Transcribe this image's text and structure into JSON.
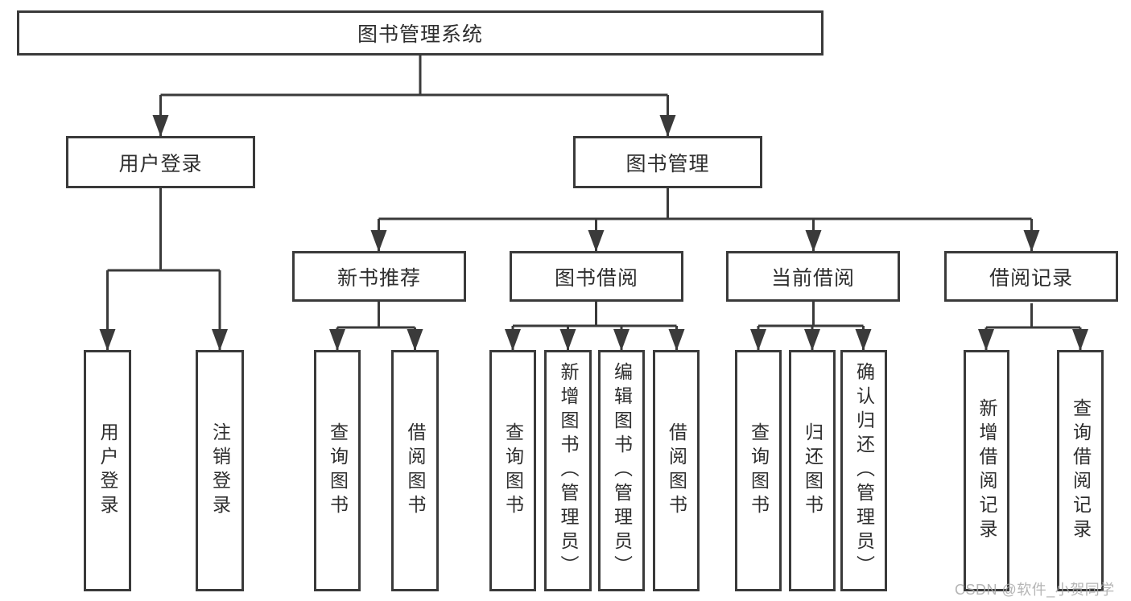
{
  "diagram": {
    "title": "图书管理系统",
    "nodes": [
      {
        "id": "root",
        "label": "图书管理系统",
        "parent": null
      },
      {
        "id": "user-login",
        "label": "用户登录",
        "parent": "root"
      },
      {
        "id": "book-mgmt",
        "label": "图书管理",
        "parent": "root"
      },
      {
        "id": "leaf-login",
        "label": "用户登录",
        "parent": "user-login"
      },
      {
        "id": "leaf-logout",
        "label": "注销登录",
        "parent": "user-login"
      },
      {
        "id": "new-books",
        "label": "新书推荐",
        "parent": "book-mgmt"
      },
      {
        "id": "book-borrow",
        "label": "图书借阅",
        "parent": "book-mgmt"
      },
      {
        "id": "current-borrow",
        "label": "当前借阅",
        "parent": "book-mgmt"
      },
      {
        "id": "borrow-records",
        "label": "借阅记录",
        "parent": "book-mgmt"
      },
      {
        "id": "nb-query",
        "label": "查询图书",
        "parent": "new-books"
      },
      {
        "id": "nb-borrow",
        "label": "借阅图书",
        "parent": "new-books"
      },
      {
        "id": "bb-query",
        "label": "查询图书",
        "parent": "book-borrow"
      },
      {
        "id": "bb-add",
        "label": "新增图书（管理员）",
        "parent": "book-borrow"
      },
      {
        "id": "bb-edit",
        "label": "编辑图书（管理员）",
        "parent": "book-borrow"
      },
      {
        "id": "bb-borrow",
        "label": "借阅图书",
        "parent": "book-borrow"
      },
      {
        "id": "cb-query",
        "label": "查询图书",
        "parent": "current-borrow"
      },
      {
        "id": "cb-return",
        "label": "归还图书",
        "parent": "current-borrow"
      },
      {
        "id": "cb-confirm",
        "label": "确认归还（管理员）",
        "parent": "current-borrow"
      },
      {
        "id": "br-add",
        "label": "新增借阅记录",
        "parent": "borrow-records"
      },
      {
        "id": "br-query",
        "label": "查询借阅记录",
        "parent": "borrow-records"
      }
    ]
  },
  "watermark": {
    "text": "CSDN @软件_小贺同学"
  },
  "colors": {
    "line": "#3a3a3a",
    "text": "#2e2e2e",
    "watermark": "#a9a9a9",
    "background": "#ffffff"
  }
}
